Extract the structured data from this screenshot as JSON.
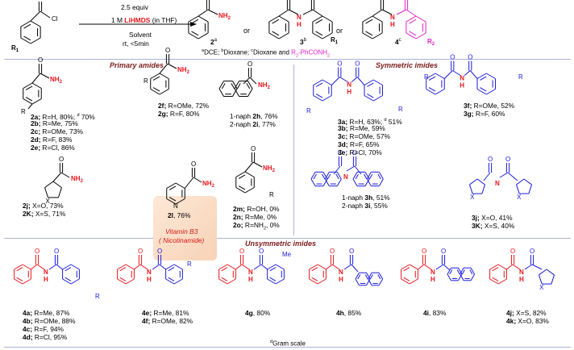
{
  "header": {
    "equiv": "2.5 equiv",
    "reagent_prefix": "1 M ",
    "reagent_name": "LiHMDS",
    "reagent_suffix": " (in THF)",
    "solvent": "Solvent",
    "conditions": "rt, <5min",
    "or1": "or",
    "or2": "or",
    "p2": "2",
    "p2_sup": "a",
    "p3": "3",
    "p3_sup": "b",
    "p4": "4",
    "p4_sup": "c",
    "footnote_parts": [
      "a",
      "DCE; ",
      "b",
      "Dioxane; ",
      "c",
      "Dioxane and ",
      "R",
      "2",
      "-PhCONH",
      "2"
    ]
  },
  "atom_labels": {
    "cl": "Cl",
    "r1": "R",
    "r1_sub": "1",
    "r2": "R",
    "r2_sub": "2",
    "nh2": "NH",
    "nh2_sub": "2",
    "nh": "N",
    "h": "H",
    "r": "R",
    "x": "X",
    "me": "Me",
    "o": "O",
    "n": "N"
  },
  "sections": {
    "primary": "Primary amides",
    "symmetric": "Symmetric imides",
    "unsymmetric": "Unsymmetric imides"
  },
  "entries": {
    "p2a_e": [
      {
        "id": "2a;",
        "text": " R=H, 80%; ",
        "sup": "d",
        "tail": " 70%"
      },
      {
        "id": "2b;",
        "text": " R=Me, 75%"
      },
      {
        "id": "2c;",
        "text": " R=OMe, 73%"
      },
      {
        "id": "2d;",
        "text": " R=F, 83%"
      },
      {
        "id": "2e;",
        "text": " R=Cl, 86%"
      }
    ],
    "p2f_g": [
      {
        "id": "2f;",
        "text": " R=OMe, 72%"
      },
      {
        "id": "2g;",
        "text": " R=F, 80%"
      }
    ],
    "p2h_i": [
      {
        "pre": "1-naph ",
        "id": "2h",
        "text": ", 76%"
      },
      {
        "pre": "2-naph ",
        "id": "2i",
        "text": ", 77%"
      }
    ],
    "p2j_k": [
      {
        "id": "2j;",
        "text": " X=O, 73%"
      },
      {
        "id": "2K;",
        "text": " X=S, 71%"
      }
    ],
    "p2l": {
      "id": "2l",
      "text": ", 76%"
    },
    "vitamin": [
      "Vitamin B3",
      "( Nicotinamide)"
    ],
    "p2m_o": [
      {
        "id": "2m;",
        "text": " R=OH, 0%"
      },
      {
        "id": "2n;",
        "text": " R=Me, 0%"
      },
      {
        "id": "2o;",
        "text": " R=NH",
        "sub": "2",
        "tail": ", 0%"
      }
    ],
    "s3a_e": [
      {
        "id": "3a;",
        "text": " R=H, 63%; ",
        "sup": "d",
        "tail": " 51%"
      },
      {
        "id": "3b;",
        "text": " R=Me, 59%"
      },
      {
        "id": "3c;",
        "text": " R=OMe, 57%"
      },
      {
        "id": "3d;",
        "text": " R=F, 65%"
      },
      {
        "id": "3e;",
        "text": " R=Cl, 70%"
      }
    ],
    "s3f_g": [
      {
        "id": "3f;",
        "text": " R=OMe, 52%"
      },
      {
        "id": "3g;",
        "text": " R=F, 60%"
      }
    ],
    "s3h_i": [
      {
        "pre": "1-naph ",
        "id": "3h",
        "text": ", 51%"
      },
      {
        "pre": "2-naph ",
        "id": "3i",
        "text": ", 55%"
      }
    ],
    "s3j_k": [
      {
        "id": "3j;",
        "text": " X=O, 41%"
      },
      {
        "id": "3K;",
        "text": " X=S, 40%"
      }
    ],
    "u4a_d": [
      {
        "id": "4a;",
        "text": " R=Me, 87%"
      },
      {
        "id": "4b;",
        "text": " R=OMe, 88%"
      },
      {
        "id": "4c;",
        "text": " R=F, 94%"
      },
      {
        "id": "4d;",
        "text": " R=Cl, 95%"
      }
    ],
    "u4e_f": [
      {
        "id": "4e;",
        "text": " R=Me, 81%"
      },
      {
        "id": "4f;",
        "text": " R=OMe, 82%"
      }
    ],
    "u4g": [
      {
        "id": "4g",
        "text": ", 80%"
      }
    ],
    "u4h": [
      {
        "id": "4h",
        "text": ", 85%"
      }
    ],
    "u4i": [
      {
        "id": "4i",
        "text": ", 83%"
      }
    ],
    "u4j_k": [
      {
        "id": "4j;",
        "text": " X=S, 82%"
      },
      {
        "id": "4k;",
        "text": " X=O, 83%"
      }
    ]
  },
  "footer": {
    "sup": "d",
    "text": "Gram scale"
  },
  "colors": {
    "blue": "#1a1adc",
    "red": "#e8141c",
    "magenta": "#e020c8",
    "black": "#000000",
    "section": "#7a1d1d",
    "rule": "#aab3d6"
  }
}
